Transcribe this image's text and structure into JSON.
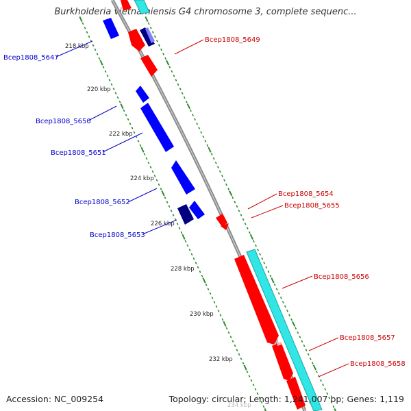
{
  "title": "Burkholderia vietnamiensis G4 chromosome 3, complete sequenc...",
  "footer": {
    "accession": "Accession: NC_009254",
    "stats": "Topology: circular; Length: 1,241,007 bp; Genes: 1,119"
  },
  "colors": {
    "backbone": "#8c8c8c",
    "tick": "#2a8a2a",
    "forward_gene": "#ff0000",
    "reverse_gene": "#0000ff",
    "reverse_gene_dark": "#000080",
    "forward_gene_dark": "#8b0000",
    "orf_track": "#33e6e6",
    "label_forward": "#cc0000",
    "label_reverse": "#0000cc"
  },
  "scale": {
    "ticks": [
      "218 kbp",
      "220 kbp",
      "222 kbp",
      "224 kbp",
      "226 kbp",
      "228 kbp",
      "230 kbp",
      "232 kbp",
      "234 kbp"
    ]
  },
  "gene_labels": {
    "forward": [
      "Bcep1808_5649",
      "Bcep1808_5654",
      "Bcep1808_5655",
      "Bcep1808_5656",
      "Bcep1808_5657",
      "Bcep1808_5658"
    ],
    "reverse": [
      "Bcep1808_5647",
      "Bcep1808_5650",
      "Bcep1808_5651",
      "Bcep1808_5652",
      "Bcep1808_5653"
    ]
  }
}
